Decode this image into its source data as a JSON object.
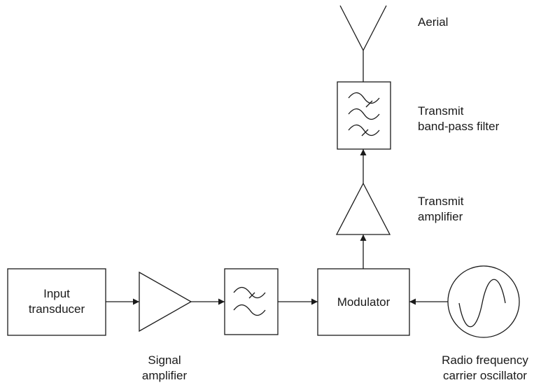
{
  "labels": {
    "aerial": "Aerial",
    "transmit_filter_line1": "Transmit",
    "transmit_filter_line2": "band-pass filter",
    "transmit_amp_line1": "Transmit",
    "transmit_amp_line2": "amplifier",
    "input_transducer_line1": "Input",
    "input_transducer_line2": "transducer",
    "modulator": "Modulator",
    "signal_amp_line1": "Signal",
    "signal_amp_line2": "amplifier",
    "oscillator_line1": "Radio frequency",
    "oscillator_line2": "carrier oscillator"
  }
}
